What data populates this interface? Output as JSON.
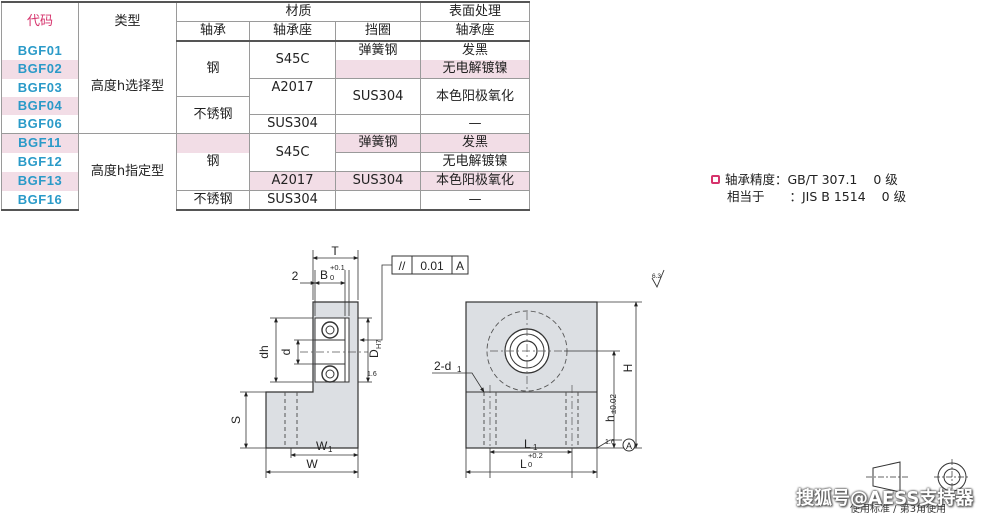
{
  "table": {
    "headers": {
      "code": "代码",
      "type": "类型",
      "material": "材质",
      "surface": "表面处理",
      "bearing": "轴承",
      "housing": "轴承座",
      "retainer": "挡圈",
      "surface_housing": "轴承座"
    },
    "rows": [
      {
        "code": "BGF01"
      },
      {
        "code": "BGF02"
      },
      {
        "code": "BGF03"
      },
      {
        "code": "BGF04"
      },
      {
        "code": "BGF06"
      },
      {
        "code": "BGF11"
      },
      {
        "code": "BGF12"
      },
      {
        "code": "BGF13"
      },
      {
        "code": "BGF16"
      }
    ],
    "types": [
      "高度h选择型",
      "高度h指定型"
    ],
    "bearing_materials": {
      "steel": "钢",
      "stainless": "不锈钢"
    },
    "housing_materials": {
      "s45c": "S45C",
      "a2017": "A2017",
      "sus304": "SUS304"
    },
    "retainer_materials": {
      "spring": "弹簧钢",
      "sus304": "SUS304"
    },
    "surface_treatments": {
      "black": "发黑",
      "nickel": "无电解镀镍",
      "anodize": "本色阳极氧化",
      "none": "—"
    }
  },
  "precision_note": {
    "label1": "轴承精度：GB/T 307.1",
    "value1": "0 级",
    "label2": "相当于　　：JIS  B 1514",
    "value2": "0 级"
  },
  "drawing": {
    "dims": {
      "T": "T",
      "two": "2",
      "B": "B",
      "B_tol": "+0.1",
      "B_tol0": "0",
      "tol_box_sym": "//",
      "tol_box_val": "0.01",
      "tol_box_ref": "A",
      "dh": "dh",
      "d": "d",
      "DH7": "D",
      "DH7_sub": "H7",
      "S": "S",
      "W1": "W",
      "W1_sub": "1",
      "W": "W",
      "two_d1": "2-d",
      "two_d1_sub": "1",
      "h": "h",
      "h_tol": "±0.02",
      "H": "H",
      "L1": "L",
      "L1_sub": "1",
      "L": "L",
      "L_tol": "+0.2",
      "L_tol0": "0",
      "A": "A",
      "rough_63": "6.3",
      "rough_16": "1.6"
    }
  },
  "watermark": "搜狐号@AESS支持器",
  "corner_note": "使用标准 / 第3角使用"
}
